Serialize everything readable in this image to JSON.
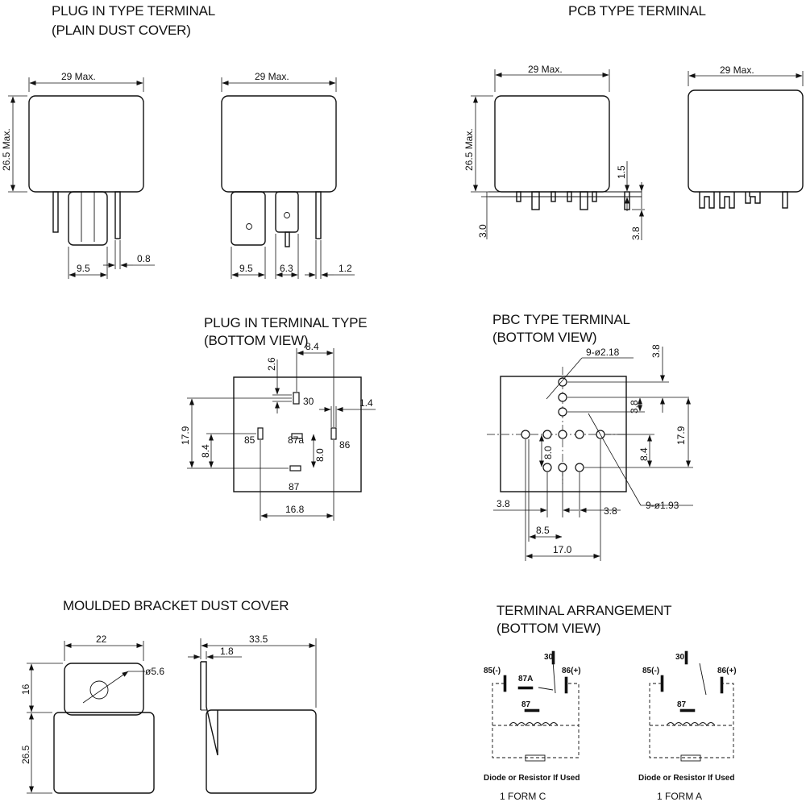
{
  "titles": {
    "plug_in_type": "PLUG IN TYPE TERMINAL",
    "plain_dust_cover": "(PLAIN DUST COVER)",
    "pcb_type": "PCB TYPE TERMINAL",
    "plug_in_bottom": "PLUG IN TERMINAL TYPE",
    "plug_in_bottom_view": "(BOTTOM VIEW)",
    "pbc_bottom": "PBC TYPE TERMINAL",
    "pbc_bottom_view": "(BOTTOM VIEW)",
    "bracket": "MOULDED BRACKET DUST COVER",
    "arrangement": "TERMINAL ARRANGEMENT",
    "arrangement_view": "(BOTTOM VIEW)"
  },
  "plug_in_side": {
    "width": "29 Max.",
    "height": "26.5 Max.",
    "pin_spacing": "9.5",
    "pin_thickness": "0.8",
    "width_2": "29 Max.",
    "pin_spacing_2": "9.5",
    "tab_width": "6.3",
    "pin_thickness_2": "1.2"
  },
  "pcb_side": {
    "width": "29 Max.",
    "height": "26.5 Max.",
    "standoff": "1.5",
    "pin_length_left": "3.0",
    "pin_length_right": "3.8",
    "width_2": "29 Max."
  },
  "plug_in_bottom": {
    "d_top": "8.4",
    "d_tab_gap": "2.6",
    "d_height": "17.9",
    "d_inner": "8.4",
    "d_right": "1.4",
    "d_center": "8.0",
    "d_width": "16.8",
    "t30": "30",
    "t85": "85",
    "t87a": "87a",
    "t86": "86",
    "t87": "87"
  },
  "pbc_bottom": {
    "d_top": "3.8",
    "d_hole_large": "9-ø2.18",
    "d_pitch": "3.8",
    "d_height": "17.9",
    "d_center": "8.0",
    "d_inner": "8.4",
    "d_hole_small": "9-ø1.93",
    "d_left": "3.8",
    "d_right": "3.8",
    "d_mid": "8.5",
    "d_width": "17.0"
  },
  "bracket": {
    "width": "22",
    "hole": "ø5.6",
    "bracket_height": "16",
    "body_height": "26.5",
    "length": "33.5",
    "thickness": "1.8"
  },
  "arrangement": {
    "form_c": {
      "t30": "30",
      "t85": "85(-)",
      "t86": "86(+)",
      "t87a": "87A",
      "t87": "87",
      "note": "Diode or Resistor If Used",
      "name": "1 FORM C"
    },
    "form_a": {
      "t30": "30",
      "t85": "85(-)",
      "t86": "86(+)",
      "t87": "87",
      "note": "Diode or Resistor If Used",
      "name": "1 FORM A"
    }
  }
}
